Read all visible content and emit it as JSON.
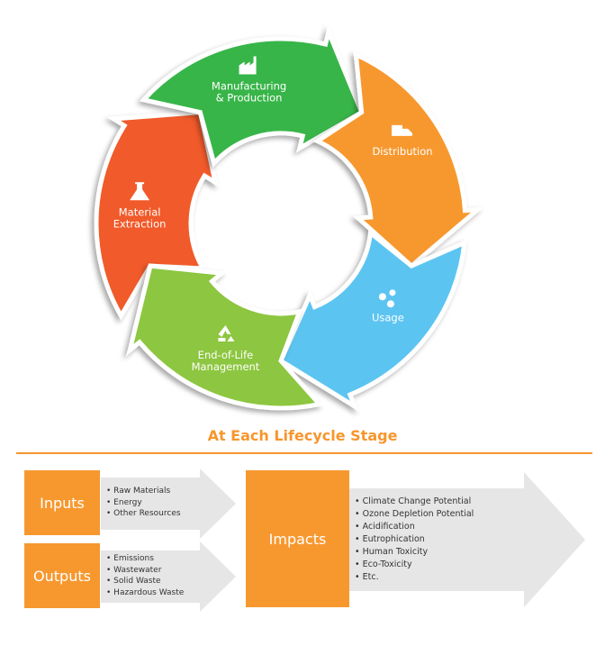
{
  "diagram": {
    "stages": [
      {
        "id": "material-extraction",
        "label_lines": [
          "Material",
          "Extraction"
        ],
        "icon": "flask-icon",
        "color": "#f15a29"
      },
      {
        "id": "manufacturing",
        "label_lines": [
          "Manufacturing",
          "& Production"
        ],
        "icon": "factory-icon",
        "color": "#39b54a"
      },
      {
        "id": "distribution",
        "label_lines": [
          "Distribution"
        ],
        "icon": "truck-icon",
        "color": "#f7982f"
      },
      {
        "id": "usage",
        "label_lines": [
          "Usage"
        ],
        "icon": "gears-icon",
        "color": "#5bc4f1"
      },
      {
        "id": "end-of-life",
        "label_lines": [
          "End-of-Life",
          "Management"
        ],
        "icon": "recycle-icon",
        "color": "#8dc63f"
      }
    ]
  },
  "section": {
    "title": "At Each Lifecycle Stage",
    "accent": "#f7962d"
  },
  "inputs": {
    "label": "Inputs",
    "items": [
      "Raw Materials",
      "Energy",
      "Other Resources"
    ]
  },
  "outputs": {
    "label": "Outputs",
    "items": [
      "Emissions",
      "Wastewater",
      "Solid Waste",
      "Hazardous Waste"
    ]
  },
  "impacts": {
    "label": "Impacts",
    "items": [
      "Climate Change Potential",
      "Ozone Depletion Potential",
      "Acidification",
      "Eutrophication",
      "Human Toxicity",
      "Eco-Toxicity",
      "Etc."
    ]
  }
}
